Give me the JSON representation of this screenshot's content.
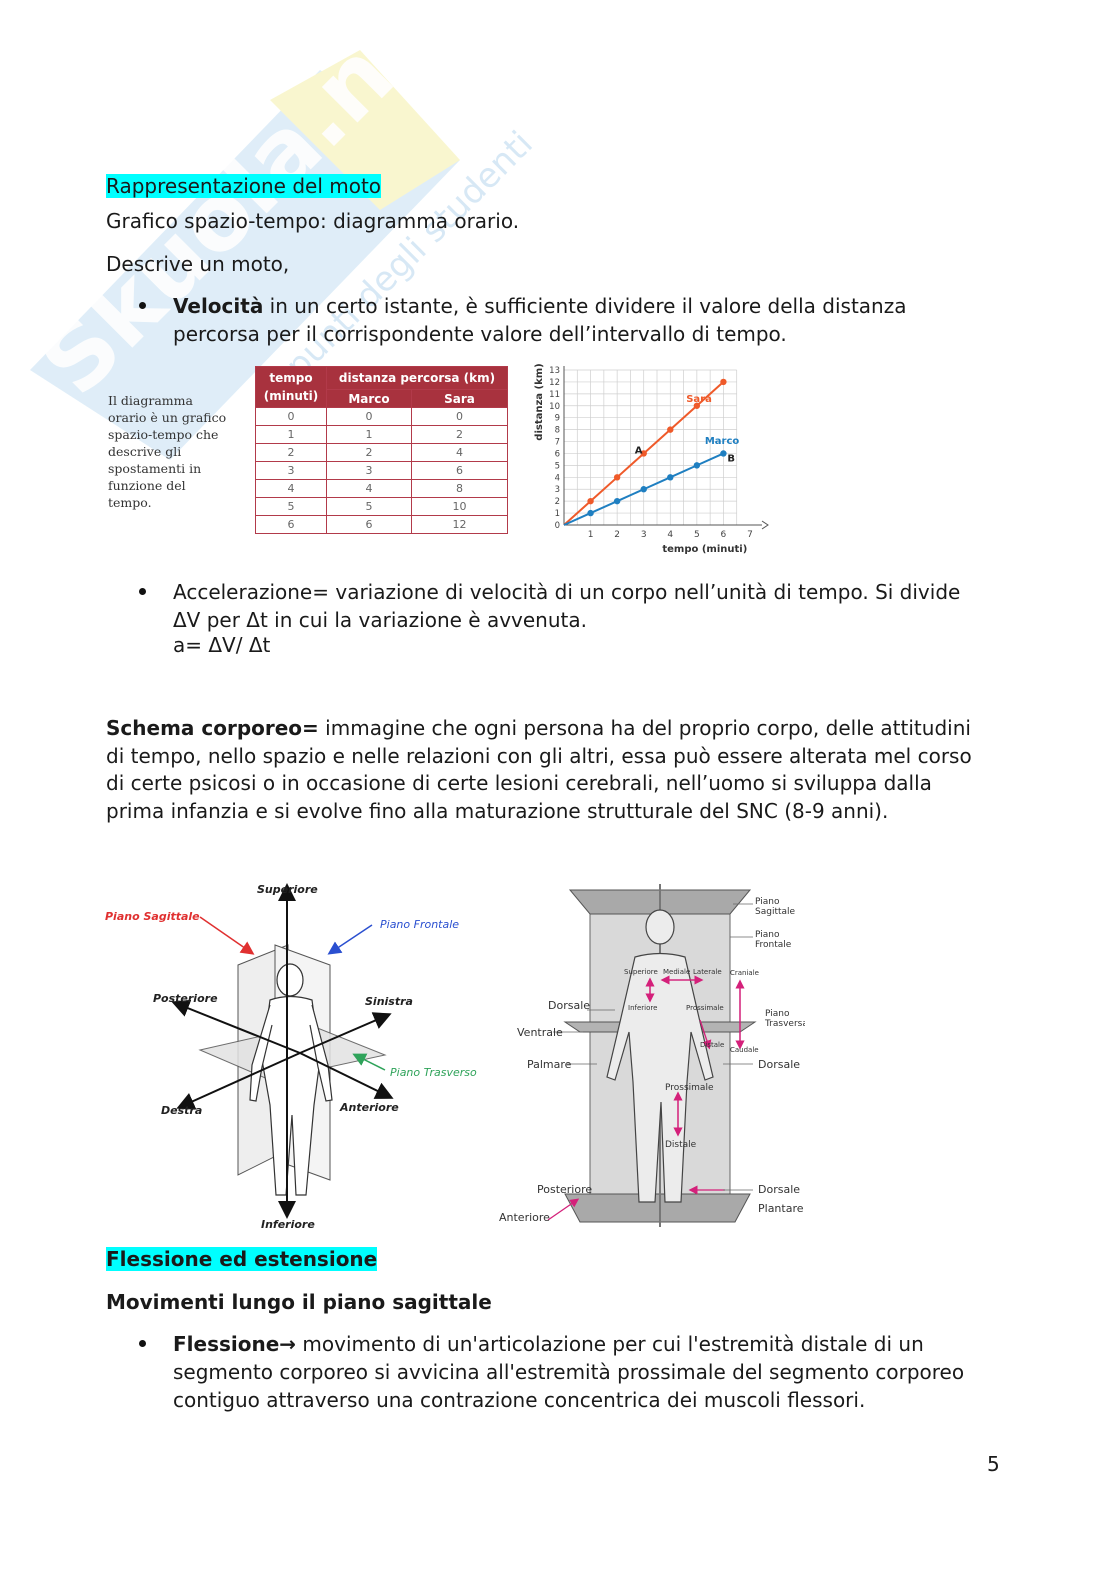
{
  "watermark": {
    "brand": "Skuola.net",
    "tagline": "appunti degli studenti"
  },
  "section1": {
    "heading": "Rappresentazione del moto",
    "line1": "Grafico spazio-tempo: diagramma orario.",
    "line2": "Descrive un moto,",
    "bullet1_bold": "Velocità",
    "bullet1_rest": " in un certo istante, è sufficiente dividere il valore della distanza",
    "bullet1_line2": "percorsa per il corrispondente valore dell’intervallo di tempo."
  },
  "figure1": {
    "note": [
      "Il diagramma",
      "orario è un grafico",
      "spazio-tempo che",
      "descrive gli",
      "spostamenti in",
      "funzione del",
      "tempo."
    ],
    "table": {
      "h_tempo": "tempo",
      "h_minuti": "(minuti)",
      "h_distanza": "distanza percorsa (km)",
      "h_marco": "Marco",
      "h_sara": "Sara",
      "rows": [
        [
          "0",
          "0",
          "0"
        ],
        [
          "1",
          "1",
          "2"
        ],
        [
          "2",
          "2",
          "4"
        ],
        [
          "3",
          "3",
          "6"
        ],
        [
          "4",
          "4",
          "8"
        ],
        [
          "5",
          "5",
          "10"
        ],
        [
          "6",
          "6",
          "12"
        ]
      ]
    }
  },
  "chart_data": {
    "type": "line",
    "x": [
      0,
      1,
      2,
      3,
      4,
      5,
      6
    ],
    "series": [
      {
        "name": "Sara",
        "values": [
          0,
          2,
          4,
          6,
          8,
          10,
          12
        ],
        "color": "#ef5a2a"
      },
      {
        "name": "Marco",
        "values": [
          0,
          1,
          2,
          3,
          4,
          5,
          6
        ],
        "color": "#1f7fc1"
      }
    ],
    "point_labels": [
      {
        "text": "A",
        "x": 3,
        "y": 6
      },
      {
        "text": "B",
        "x": 6,
        "y": 6
      }
    ],
    "xlabel": "tempo (minuti)",
    "ylabel": "distanza (km)",
    "xlim": [
      0,
      7
    ],
    "ylim": [
      0,
      13
    ],
    "xticks": [
      "1",
      "2",
      "3",
      "4",
      "5",
      "6",
      "7"
    ],
    "yticks": [
      "0",
      "1",
      "2",
      "3",
      "4",
      "5",
      "6",
      "7",
      "8",
      "9",
      "10",
      "11",
      "12",
      "13"
    ],
    "grid": true
  },
  "section2": {
    "bullet_line1": "Accelerazione= variazione di velocità di un corpo nell’unità di tempo. Si divide",
    "bullet_line2": "ΔV per Δt in cui la variazione è avvenuta.",
    "bullet_line3": "a= ΔV/ Δt"
  },
  "section3": {
    "bold": "Schema corporeo=",
    "line1_rest": " immagine che ogni persona ha del proprio corpo, delle attitudini",
    "line2": "di tempo, nello spazio e nelle relazioni con gli altri, essa può essere alterata mel corso",
    "line3": "di certe psicosi o in occasione di certe lesioni cerebrali, nell’uomo si sviluppa dalla",
    "line4": "prima infanzia e si evolve fino alla maturazione strutturale del SNC (8-9 anni)."
  },
  "figure2": {
    "superiore": "Superiore",
    "piano_sagittale": "Piano Sagittale",
    "piano_frontale": "Piano Frontale",
    "posteriore": "Posteriore",
    "sinistra": "Sinistra",
    "piano_trasverso": "Piano Trasverso",
    "destra": "Destra",
    "anteriore": "Anteriore",
    "inferiore": "Inferiore"
  },
  "figure3": {
    "piano_sagittale_1": "Piano",
    "piano_sagittale_2": "Sagittale",
    "piano_frontale_1": "Piano",
    "piano_frontale_2": "Frontale",
    "superiore": "Superiore",
    "mediale": "Mediale",
    "laterale": "Laterale",
    "craniale": "Craniale",
    "inferiore": "Inferiore",
    "prossimale": "Prossimale",
    "dorsale_left": "Dorsale",
    "ventrale": "Ventrale",
    "piano_trasverso_1": "Piano",
    "piano_trasverso_2": "Trasversale",
    "distale": "Distale",
    "caudale": "Caudale",
    "palmare": "Palmare",
    "dorsale_right": "Dorsale",
    "prossimale2": "Prossimale",
    "distale2": "Distale",
    "posteriore": "Posteriore",
    "anteriore": "Anteriore",
    "dorsale_foot": "Dorsale",
    "plantare": "Plantare"
  },
  "section4": {
    "heading": "Flessione ed estensione",
    "subheading": "Movimenti lungo il piano sagittale",
    "bullet_bold": "Flessione→",
    "bullet_rest": " movimento di un'articolazione per cui l'estremità distale di un",
    "bullet_line2": "segmento corporeo si avvicina all'estremità prossimale del segmento corporeo",
    "bullet_line3": "contiguo attraverso una contrazione concentrica dei muscoli flessori."
  },
  "page_number": "5"
}
